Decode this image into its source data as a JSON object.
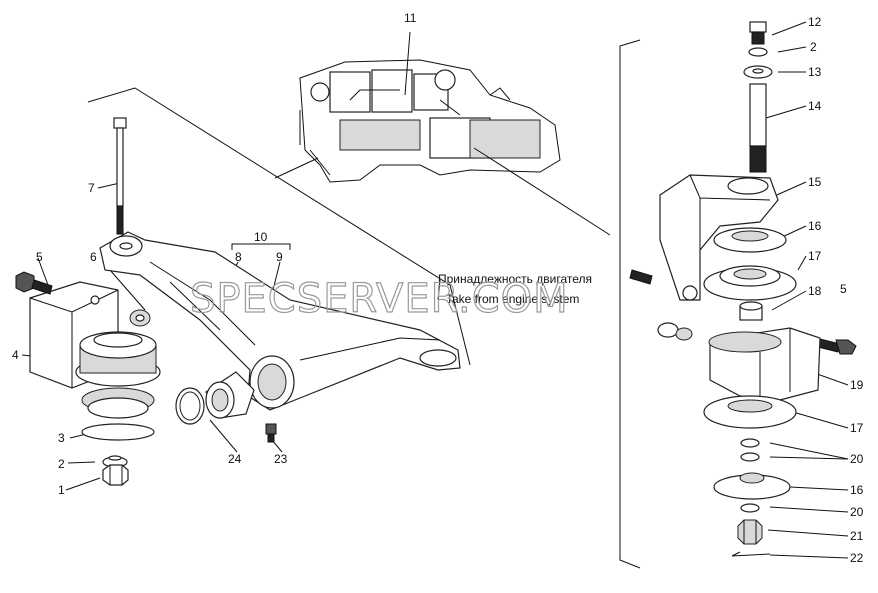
{
  "labels": {
    "l1": "1",
    "l2a": "2",
    "l3": "3",
    "l4": "4",
    "l5a": "5",
    "l6": "6",
    "l7": "7",
    "l8": "8",
    "l9": "9",
    "l10": "10",
    "l11": "11",
    "l12": "12",
    "l2b": "2",
    "l13": "13",
    "l14": "14",
    "l15": "15",
    "l16a": "16",
    "l17a": "17",
    "l18": "18",
    "l5b": "5",
    "l19": "19",
    "l17b": "17",
    "l20a": "20",
    "l16b": "16",
    "l20b": "20",
    "l21": "21",
    "l22": "22",
    "l23": "23",
    "l24": "24"
  },
  "caption": {
    "ru": "Принадлежность двигателя",
    "en": "Take from engine system"
  },
  "watermark": "SPECSERVER.COM"
}
